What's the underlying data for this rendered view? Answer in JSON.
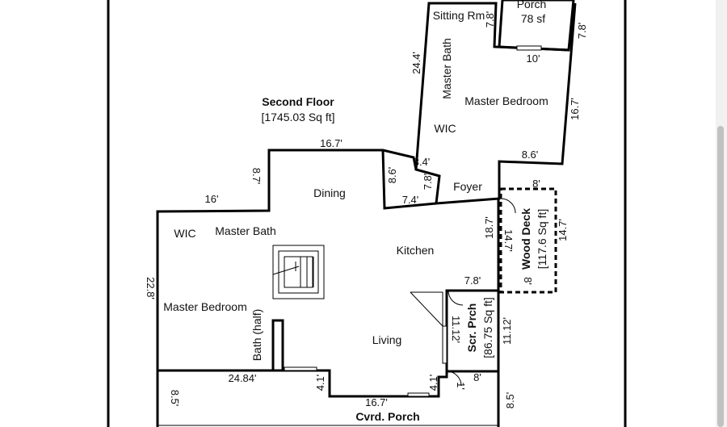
{
  "title": "Second Floor",
  "subtitle": "[1745.03 Sq ft]",
  "rooms": {
    "sitting_rm": "Sitting Rm",
    "porch": "Porch",
    "porch_area": "78 sf",
    "master_bath_upper": "Master Bath",
    "master_bedroom_upper": "Master Bedroom",
    "wic_upper": "WIC",
    "foyer": "Foyer",
    "dining": "Dining",
    "kitchen": "Kitchen",
    "wic_left": "WIC",
    "master_bath_left": "Master Bath",
    "master_bedroom_left": "Master Bedroom",
    "bath_half": "Bath (half)",
    "living": "Living",
    "wood_deck": "Wood Deck",
    "wood_deck_area": "[117.6 Sq ft]",
    "scr_prch": "Scr. Prch",
    "scr_prch_area": "[86.75 Sq ft]",
    "cvrd_porch": "Cvrd. Porch"
  },
  "dimensions": {
    "d_7_8_sitting": "7.8'",
    "d_7_8_porch": "7.8'",
    "d_10": "10'",
    "d_24_4": "24.4'",
    "d_16_7_bedroom": "16.7'",
    "d_8_6_bedroom": "8.6'",
    "d_16_7_top": "16.7'",
    "d_8_7": "8.7'",
    "d_8_6_dining": "8.6'",
    "d_3_4": "3.4'",
    "d_7_8_foyer": "7.8'",
    "d_7_4": "7.4'",
    "d_16": "16'",
    "d_8_deck_top": "8'",
    "d_18_7": "18.7'",
    "d_14_7_left": "14.7'",
    "d_14_7_right": "14.7'",
    "d_8_deck_bottom": "8'",
    "d_7_8_kitchen": "7.8'",
    "d_22_8": "22.8'",
    "d_11_12_left": "11.12'",
    "d_11_12_right": "11.12'",
    "d_8_small": "8'",
    "d_1": "1'",
    "d_24_84": "24.84'",
    "d_4_1_left": "4.1'",
    "d_4_1_right": "4.1'",
    "d_16_7_bottom": "16.7'",
    "d_8_5_left": "8.5'",
    "d_8_5_right": "8.5'"
  }
}
